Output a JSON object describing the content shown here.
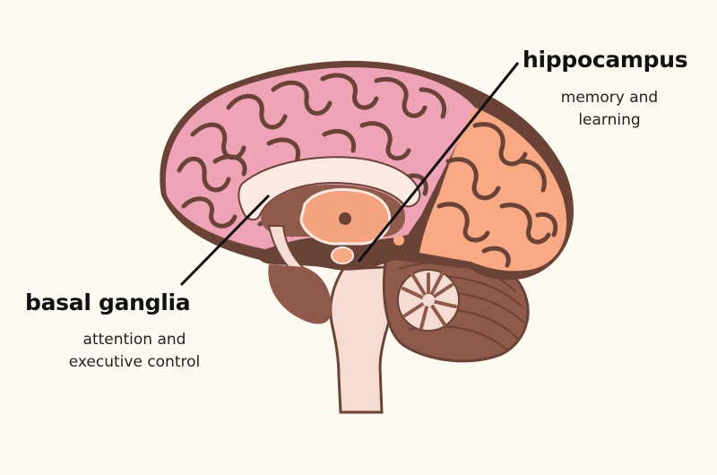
{
  "labels": {
    "hippocampus": {
      "title": "hippocampus",
      "desc_line1": "memory and",
      "desc_line2": "learning"
    },
    "basal_ganglia": {
      "title": "basal ganglia",
      "desc_line1": "attention and",
      "desc_line2": "executive control"
    }
  },
  "colors": {
    "background": "#fdfaf1",
    "cortex_pink": "#eea3b7",
    "frontal_orange": "#f9a983",
    "outline_brown": "#6a4236",
    "brainstem": "#f6ddd3",
    "cerebellum": "#8f5a4c",
    "inner_orange": "#f4a47e",
    "leader_line": "#111111"
  },
  "icons": [
    "brain-sagittal-illustration"
  ]
}
